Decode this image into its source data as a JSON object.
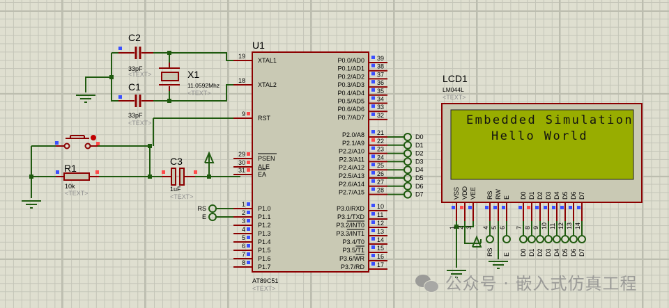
{
  "colors": {
    "wire": "#1f5a0f",
    "pin": "#8b0000",
    "body": "#c9c9b4",
    "lcd_screen": "#98ad00",
    "pin_blue": "#3a4fff",
    "pin_red": "#ff4a4a"
  },
  "crystal_section": {
    "c2": {
      "ref": "C2",
      "value": "33pF",
      "text": "<TEXT>"
    },
    "c1": {
      "ref": "C1",
      "value": "33pF",
      "text": "<TEXT>"
    },
    "x1": {
      "ref": "X1",
      "value": "11.0592Mhz",
      "text": "<TEXT>"
    }
  },
  "reset_section": {
    "r1": {
      "ref": "R1",
      "value": "10k",
      "text": "<TEXT>"
    },
    "c3": {
      "ref": "C3",
      "value": "1uF",
      "text": "<TEXT>"
    }
  },
  "mcu": {
    "ref": "U1",
    "part": "AT89C51",
    "text": "<TEXT>",
    "left_pins": [
      {
        "num": "19",
        "name": "XTAL1"
      },
      {
        "num": "18",
        "name": "XTAL2"
      },
      {
        "num": "9",
        "name": "RST"
      },
      {
        "num": "29",
        "name": "PSEN"
      },
      {
        "num": "30",
        "name": "ALE"
      },
      {
        "num": "31",
        "name": "EA"
      },
      {
        "num": "1",
        "name": "P1.0"
      },
      {
        "num": "2",
        "name": "P1.1"
      },
      {
        "num": "3",
        "name": "P1.2"
      },
      {
        "num": "4",
        "name": "P1.3"
      },
      {
        "num": "5",
        "name": "P1.4"
      },
      {
        "num": "6",
        "name": "P1.5"
      },
      {
        "num": "7",
        "name": "P1.6"
      },
      {
        "num": "8",
        "name": "P1.7"
      }
    ],
    "right_pins": [
      {
        "num": "39",
        "name": "P0.0/AD0"
      },
      {
        "num": "38",
        "name": "P0.1/AD1"
      },
      {
        "num": "37",
        "name": "P0.2/AD2"
      },
      {
        "num": "36",
        "name": "P0.3/AD3"
      },
      {
        "num": "35",
        "name": "P0.4/AD4"
      },
      {
        "num": "34",
        "name": "P0.5/AD5"
      },
      {
        "num": "33",
        "name": "P0.6/AD6"
      },
      {
        "num": "32",
        "name": "P0.7/AD7"
      },
      {
        "num": "21",
        "name": "P2.0/A8"
      },
      {
        "num": "22",
        "name": "P2.1/A9"
      },
      {
        "num": "23",
        "name": "P2.2/A10"
      },
      {
        "num": "24",
        "name": "P2.3/A11"
      },
      {
        "num": "25",
        "name": "P2.4/A12"
      },
      {
        "num": "26",
        "name": "P2.5/A13"
      },
      {
        "num": "27",
        "name": "P2.6/A14"
      },
      {
        "num": "28",
        "name": "P2.7/A15"
      },
      {
        "num": "10",
        "name": "P3.0/RXD"
      },
      {
        "num": "11",
        "name": "P3.1/TXD"
      },
      {
        "num": "12",
        "name": "P3.2/INT0"
      },
      {
        "num": "13",
        "name": "P3.3/INT1"
      },
      {
        "num": "14",
        "name": "P3.4/T0"
      },
      {
        "num": "15",
        "name": "P3.5/T1"
      },
      {
        "num": "16",
        "name": "P3.6/WR"
      },
      {
        "num": "17",
        "name": "P3.7/RD"
      }
    ],
    "p2_terminals": [
      "D0",
      "D1",
      "D2",
      "D3",
      "D4",
      "D5",
      "D6",
      "D7"
    ],
    "p1_terminals": [
      "RS",
      "E"
    ]
  },
  "lcd": {
    "ref": "LCD1",
    "part": "LM044L",
    "text": "<TEXT>",
    "line1": "Embedded Simulation",
    "line2": "Hello World",
    "pins": [
      {
        "num": "1",
        "name": "VSS"
      },
      {
        "num": "2",
        "name": "VDD"
      },
      {
        "num": "3",
        "name": "VEE"
      },
      {
        "num": "4",
        "name": "RS"
      },
      {
        "num": "5",
        "name": "RW"
      },
      {
        "num": "6",
        "name": "E"
      },
      {
        "num": "7",
        "name": "D0"
      },
      {
        "num": "8",
        "name": "D1"
      },
      {
        "num": "9",
        "name": "D2"
      },
      {
        "num": "10",
        "name": "D3"
      },
      {
        "num": "11",
        "name": "D4"
      },
      {
        "num": "12",
        "name": "D5"
      },
      {
        "num": "13",
        "name": "D6"
      },
      {
        "num": "14",
        "name": "D7"
      }
    ],
    "terminals": [
      "RS",
      "E",
      "D0",
      "D1",
      "D2",
      "D3",
      "D4",
      "D5",
      "D6",
      "D7"
    ]
  },
  "watermark": "公众号 · 嵌入式仿真工程"
}
